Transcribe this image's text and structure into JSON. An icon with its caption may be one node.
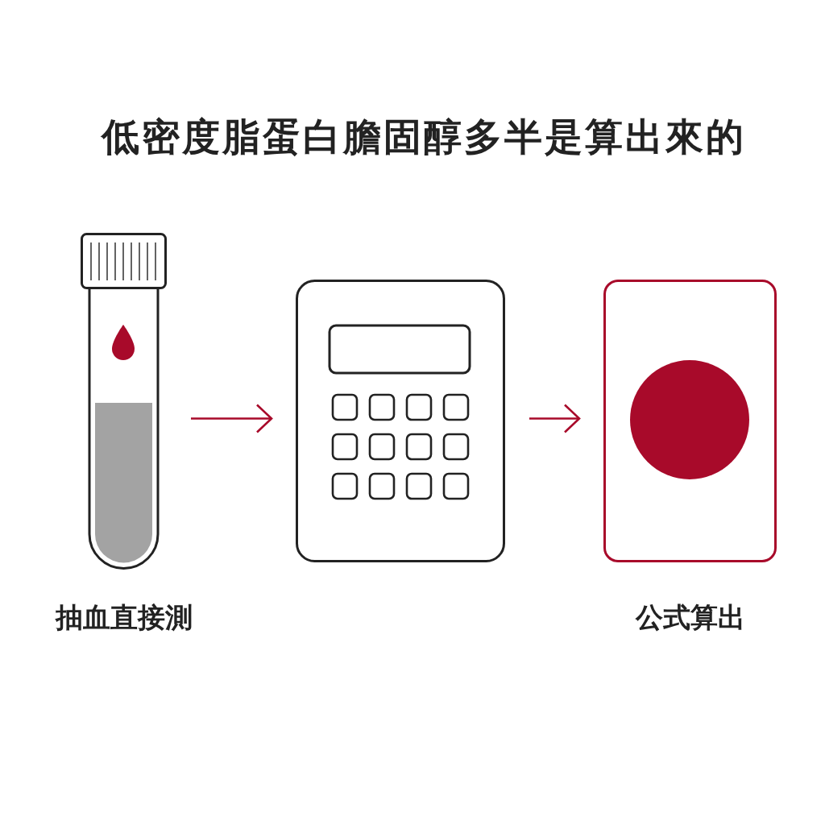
{
  "diagram": {
    "title": "低密度脂蛋白膽固醇多半是算出來的",
    "nodes": [
      {
        "text": [],
        "shape": "picture",
        "beside": [
          "抽血直接測"
        ]
      },
      {
        "text": [],
        "shape": "picture"
      },
      {
        "text": [],
        "shape": "box",
        "beside": [
          "公式算出"
        ]
      },
      {
        "text": [],
        "shape": "circle",
        "in": 2
      }
    ],
    "edges": [
      {
        "from": 0,
        "to": 1,
        "arrow": "to"
      },
      {
        "from": 1,
        "to": 2,
        "arrow": "to"
      }
    ]
  }
}
